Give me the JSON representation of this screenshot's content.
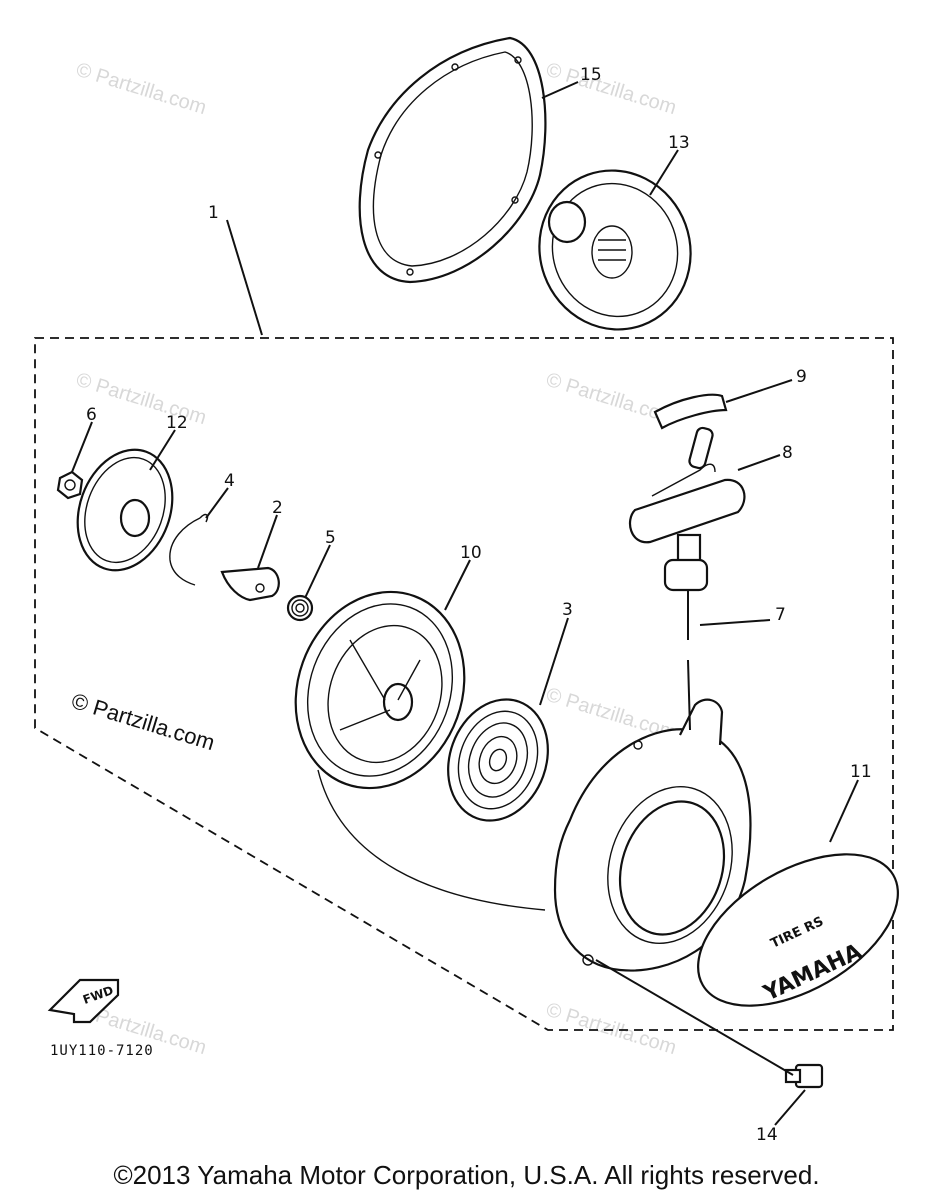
{
  "diagram": {
    "part_labels": {
      "p1": "1",
      "p2": "2",
      "p3": "3",
      "p4": "4",
      "p5": "5",
      "p6": "6",
      "p7": "7",
      "p8": "8",
      "p9": "9",
      "p10": "10",
      "p11": "11",
      "p12": "12",
      "p13": "13",
      "p14": "14",
      "p15": "15"
    },
    "watermark_main": "© Partzilla.com",
    "watermark_faint": "© Partzilla.com",
    "direction_arrow": "FWD",
    "emblem_text": "YAMAHA",
    "emblem_upper_text": "TIRE RS",
    "diagram_code": "1UY110-7120",
    "copyright": "©2013 Yamaha Motor Corporation, U.S.A. All rights reserved."
  }
}
